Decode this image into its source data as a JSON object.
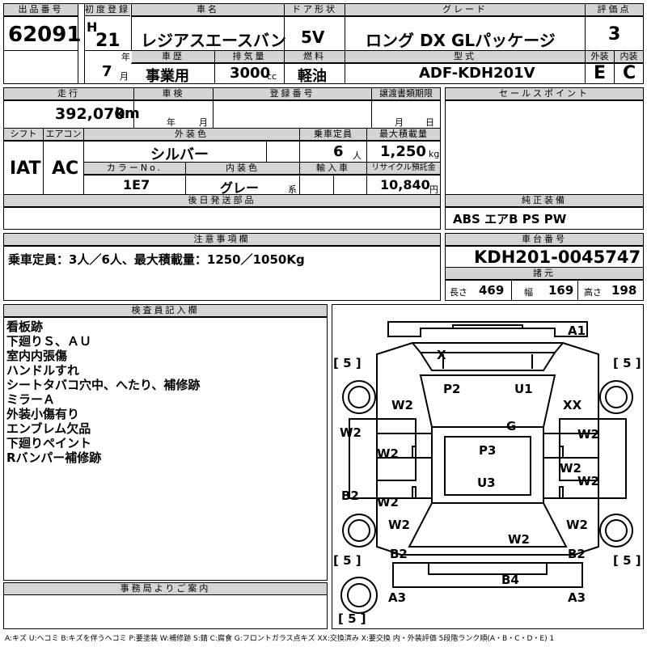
{
  "top": {
    "lot_label": "出品番号",
    "lot_no": "62091",
    "first_reg_label": "初度登録",
    "era": "H",
    "year": "21",
    "year_unit": "年",
    "month": "7",
    "month_unit": "月",
    "car_name_label": "車名",
    "car_name": "レジアスエースバン",
    "door_label": "ドア形状",
    "door": "5V",
    "grade_label": "グレード",
    "grade": "ロング DX GLパッケージ",
    "score_label": "評価点",
    "score": "3",
    "history_label": "車歴",
    "history": "事業用",
    "displacement_label": "排気量",
    "displacement": "3000",
    "displacement_unit": "cc",
    "fuel_label": "燃料",
    "fuel": "軽油",
    "model_label": "型式",
    "model": "ADF-KDH201V",
    "ext_label": "外装",
    "ext": "E",
    "int_label": "内装",
    "int": "C"
  },
  "second": {
    "mileage_label": "走行",
    "mileage": "392,070",
    "mileage_unit": "km",
    "inspection_label": "車検",
    "insp_year_unit": "年",
    "insp_month_unit": "月",
    "reg_no_label": "登録番号",
    "transfer_label": "譲渡書類期限",
    "transfer_month_unit": "月",
    "transfer_day_unit": "日",
    "shift_label": "シフト",
    "shift": "IAT",
    "ac_label": "エアコン",
    "ac": "AC",
    "color_label": "外装色",
    "color": "シルバー",
    "capacity_label": "乗車定員",
    "capacity": "6",
    "capacity_unit": "人",
    "load_label": "最大積載量",
    "load": "1,250",
    "load_unit": "kg",
    "colorno_label": "カラーNo.",
    "colorno": "1E7",
    "intcolor_label": "内装色",
    "intcolor": "グレー",
    "intcolor_unit": "系",
    "import_label": "輸入車",
    "recycle_label": "リサイクル預託金",
    "recycle": "10,840",
    "recycle_unit": "円",
    "parts_label": "後日発送部品",
    "sales_label": "セールスポイント",
    "equip_label": "純正装備",
    "equip": "ABS エアB PS PW"
  },
  "caution": {
    "label": "注意事項欄",
    "text": "乗車定員：3人／6人、最大積載量：1250／1050Kg"
  },
  "chassis": {
    "label": "車台番号",
    "number": "KDH201-0045747",
    "spec_label": "諸元",
    "length_label": "長さ",
    "length": "469",
    "width_label": "幅",
    "width": "169",
    "height_label": "高さ",
    "height": "198"
  },
  "inspector": {
    "label": "検査員記入欄",
    "lines": [
      "看板跡",
      "下廻りＳ、ＡＵ",
      "室内内張傷",
      "ハンドルすれ",
      "シートタバコ穴中、へたり、補修跡",
      "ミラーＡ",
      "外装小傷有り",
      "エンブレム欠品",
      "下廻りペイント",
      "Rバンパー補修跡"
    ]
  },
  "office": {
    "label": "事務局よりご案内"
  },
  "diagram": {
    "marks": [
      "A1",
      "X",
      "[ 5 ]",
      "[ 5 ]",
      "P2",
      "U1",
      "W2",
      "XX",
      "G",
      "W2",
      "W2",
      "W2",
      "P3",
      "W2",
      "W2",
      "B2",
      "W2",
      "U3",
      "W2",
      "W2",
      "W2",
      "W2",
      "[ 5 ]",
      "B2",
      "B2",
      "[ 5 ]",
      "B4",
      "A3",
      "A3",
      "[ 5 ]"
    ]
  },
  "legend": "A:キズ  U:ヘコミ B:キズを伴うヘコミ P:要塗装 W:補修跡 S:錆 C:腐食 G:フロントガラス点キズ  XX:交換済み X:要交換  内・外装評価  5段階ランク順(A・B・C・D・E) 1"
}
